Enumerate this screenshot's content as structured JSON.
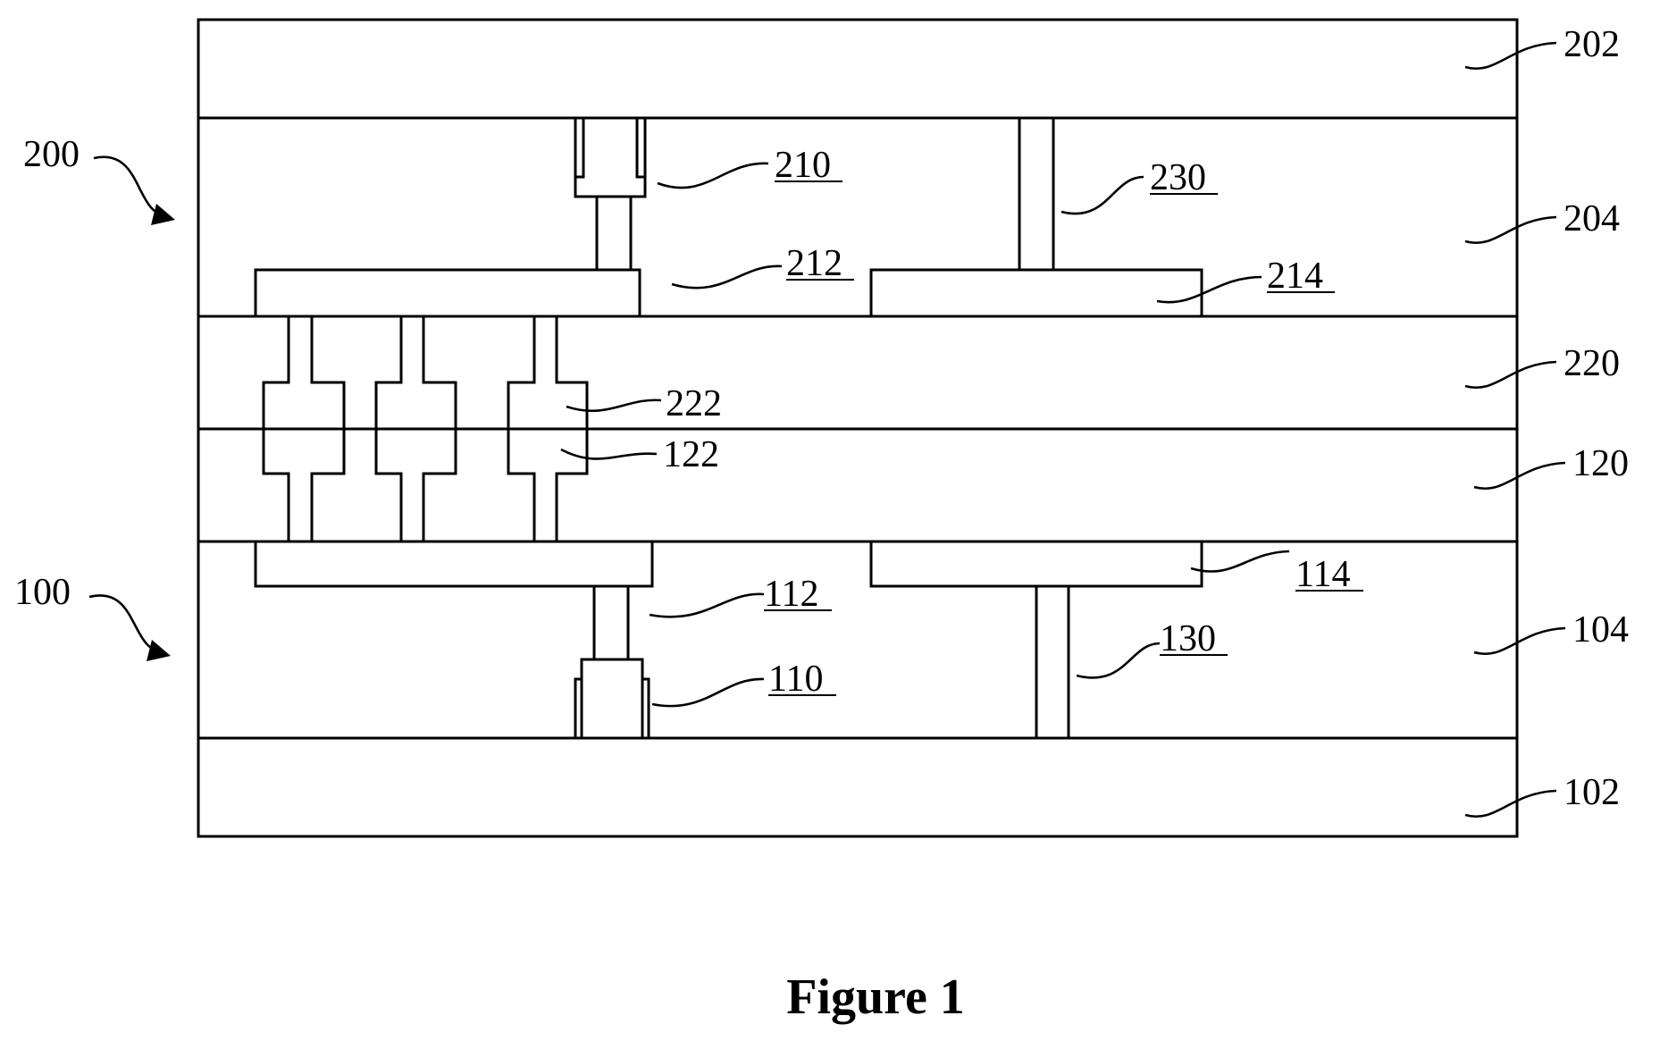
{
  "caption": "Figure 1",
  "labels": {
    "l200": "200",
    "l100": "100",
    "l202": "202",
    "l204": "204",
    "l220": "220",
    "l120": "120",
    "l104": "104",
    "l102": "102",
    "l210": "210",
    "l212": "212",
    "l214": "214",
    "l230": "230",
    "l222": "222",
    "l122": "122",
    "l112": "112",
    "l114": "114",
    "l110": "110",
    "l130": "130"
  }
}
